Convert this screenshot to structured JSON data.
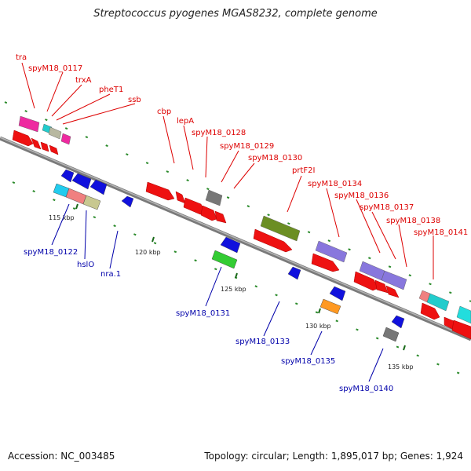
{
  "title": "Streptococcus pyogenes MGAS8232, complete genome",
  "accession": "Accession: NC_003485",
  "summary": "Topology: circular; Length: 1,895,017 bp; Genes: 1,924",
  "ticks": [
    "115 kbp",
    "120 kbp",
    "125 kbp",
    "130 kbp",
    "135 kbp"
  ],
  "labels_above": [
    "tra",
    "spyM18_0117",
    "trxA",
    "pheT1",
    "ssb",
    "cbp",
    "lepA",
    "spyM18_0128",
    "spyM18_0129",
    "spyM18_0130",
    "prtF2I",
    "spyM18_0134",
    "spyM18_0136",
    "spyM18_0137",
    "spyM18_0138",
    "spyM18_0141"
  ],
  "labels_below": [
    "spyM18_0122",
    "hslO",
    "nra.1",
    "spyM18_0131",
    "spyM18_0133",
    "spyM18_0135",
    "spyM18_0140"
  ],
  "colors": {
    "forward": "#ee1111",
    "reverse": "#1111dd",
    "label_above": "#dd0000",
    "label_below": "#0000aa",
    "backbone": "#888888"
  }
}
